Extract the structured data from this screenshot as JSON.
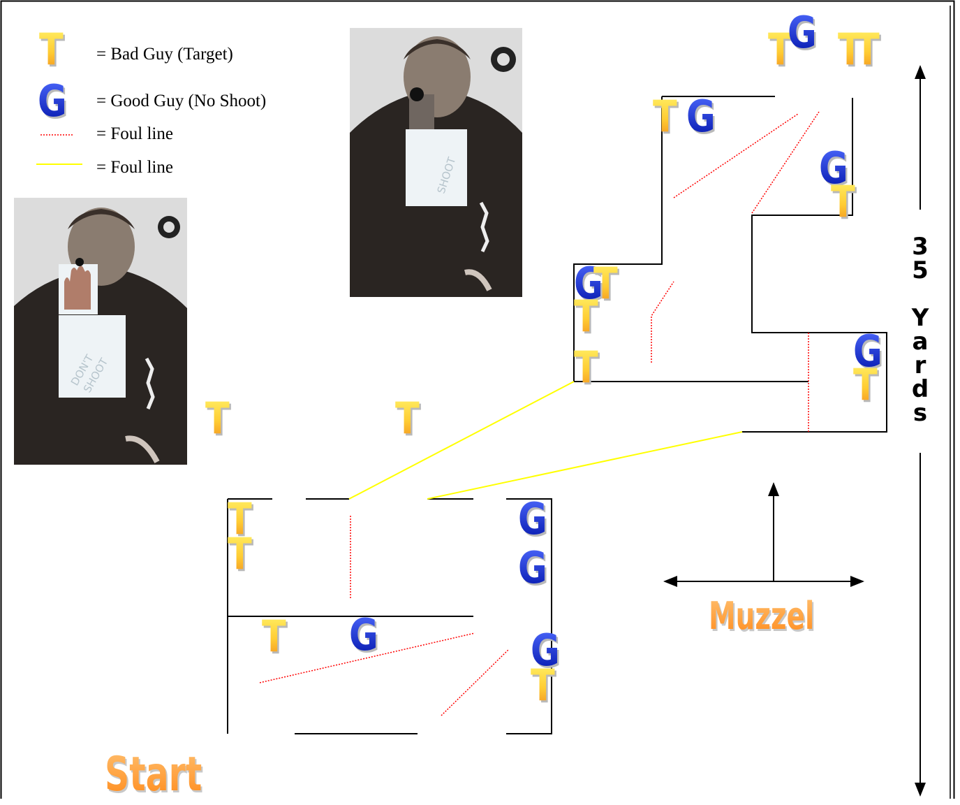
{
  "legend": {
    "target_label": "= Bad Guy (Target)",
    "good_label": "= Good Guy (No Shoot)",
    "foul_red_label": "= Foul line",
    "foul_yellow_label": "= Foul line"
  },
  "marker_letters": {
    "target": "T",
    "good": "G"
  },
  "labels": {
    "muzzle": "Muzzel",
    "start": "Start"
  },
  "distance": {
    "number": "35",
    "unit": "Yards"
  },
  "photo_text": {
    "shoot": "SHOOT",
    "dont_shoot_1": "DON'T",
    "dont_shoot_2": "SHOOT"
  },
  "colors": {
    "target_top": "#fff46a",
    "target_mid": "#ffcc33",
    "target_bottom": "#f08a1c",
    "good_top": "#4f6bff",
    "good_bottom": "#0012a8",
    "foul_red": "#ff0000",
    "foul_yellow": "#ffff00",
    "wall": "#000000",
    "muzzle_orange": "#ff9a30"
  },
  "icons": {
    "target": "target-marker-icon",
    "good": "no-shoot-marker-icon",
    "arrow": "direction-arrow-icon"
  }
}
